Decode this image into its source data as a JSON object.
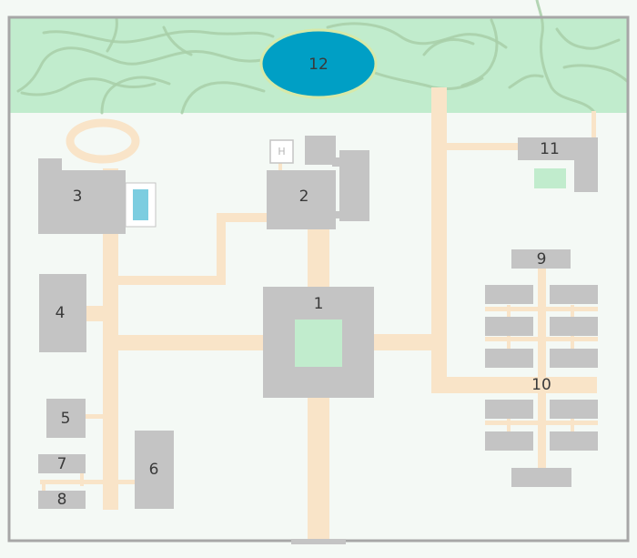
{
  "colors": {
    "background": "#f4f9f5",
    "forest": "#c1eccd",
    "trail": "#a8cfa8",
    "lake": "#009fc5",
    "lake_border": "#d7e9a8",
    "building": "#c4c4c4",
    "road": "#f9e4c8",
    "courtyard": "#c1eccd",
    "pool": "#7ccde0",
    "boundary": "#a7a7a7"
  },
  "map": {
    "buildings": [
      {
        "id": "1",
        "label": "1"
      },
      {
        "id": "2",
        "label": "2"
      },
      {
        "id": "3",
        "label": "3"
      },
      {
        "id": "4",
        "label": "4"
      },
      {
        "id": "5",
        "label": "5"
      },
      {
        "id": "6",
        "label": "6"
      },
      {
        "id": "7",
        "label": "7"
      },
      {
        "id": "8",
        "label": "8"
      },
      {
        "id": "9",
        "label": "9"
      },
      {
        "id": "10",
        "label": "10"
      },
      {
        "id": "11",
        "label": "11"
      }
    ],
    "lake": {
      "label": "12"
    },
    "helipad": {
      "label": "H"
    }
  }
}
